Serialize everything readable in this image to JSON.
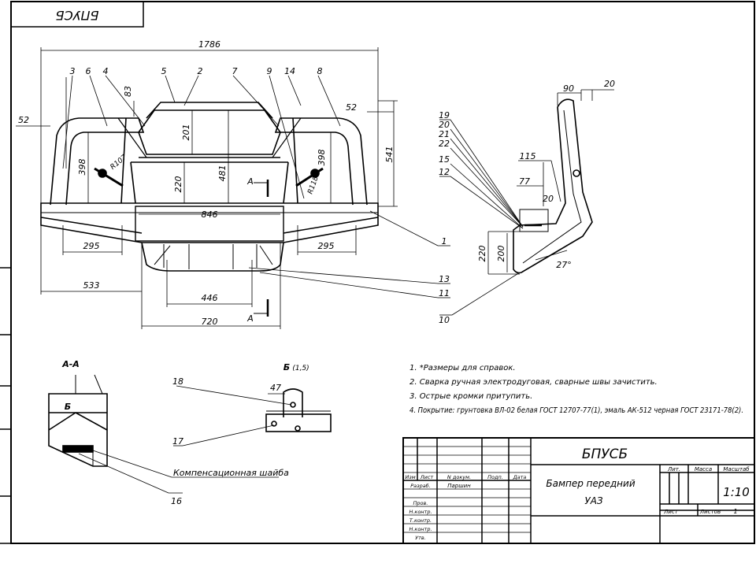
{
  "designation_stamp": "БПУСБ",
  "dimensions": {
    "overall_width": "1786",
    "top_width": "846",
    "base_width": "720",
    "inner_width": "446",
    "left_offset": "533",
    "left_span": "295",
    "right_span": "295",
    "overall_height": "541",
    "h398_left": "398",
    "h398_right": "398",
    "h481": "481",
    "h201": "201",
    "h220": "220",
    "h83": "83",
    "h52_left": "52",
    "h52_right": "52",
    "r118": "R118",
    "r107": "R107",
    "side_90": "90",
    "side_20_top": "20",
    "side_115": "115",
    "side_77": "77",
    "side_20_mid": "20",
    "side_220": "220",
    "side_200": "200",
    "side_angle": "27°",
    "detail_47": "47"
  },
  "callouts_front": [
    "3",
    "6",
    "4",
    "5",
    "2",
    "7",
    "9",
    "14",
    "8"
  ],
  "callouts_right": [
    "1",
    "13",
    "11",
    "10"
  ],
  "callouts_side": [
    "19",
    "20",
    "21",
    "22",
    "15",
    "12"
  ],
  "section_markers": {
    "upper": "А",
    "lower": "А"
  },
  "section_aa": {
    "title": "А-А",
    "marker": "Б",
    "callout": "16",
    "label": "Компенсационная шайба"
  },
  "detail_b": {
    "title": "Б",
    "scale": "(1,5)",
    "callout_top": "18",
    "callout_bottom": "17"
  },
  "notes": [
    "1. *Размеры для справок.",
    "2. Сварка ручная электродуговая, сварные швы зачистить.",
    "3. Острые кромки притупить.",
    "4. Покрытие: грунтовка ВЛ-02 белая ГОСТ 12707-77(1), эмаль АК-512 черная ГОСТ 23171-78(2)."
  ],
  "title_block": {
    "code": "БПУСБ",
    "name_line1": "Бампер передний",
    "name_line2": "УАЗ",
    "header_cols": [
      "Изм",
      "Лист",
      "N докум.",
      "Подп.",
      "Дата"
    ],
    "row_labels": [
      "Разраб.",
      "Пров.",
      "Н.контр.",
      "Т.контр.",
      "Н.контр.",
      "Утв."
    ],
    "developer_name": "Паршин",
    "lit_label": "Лит.",
    "mass_label": "Масса",
    "scale_label": "Масштаб",
    "scale_value": "1:10",
    "sheet_label": "Лист",
    "sheets_label": "Листов",
    "sheets_value": "1"
  }
}
